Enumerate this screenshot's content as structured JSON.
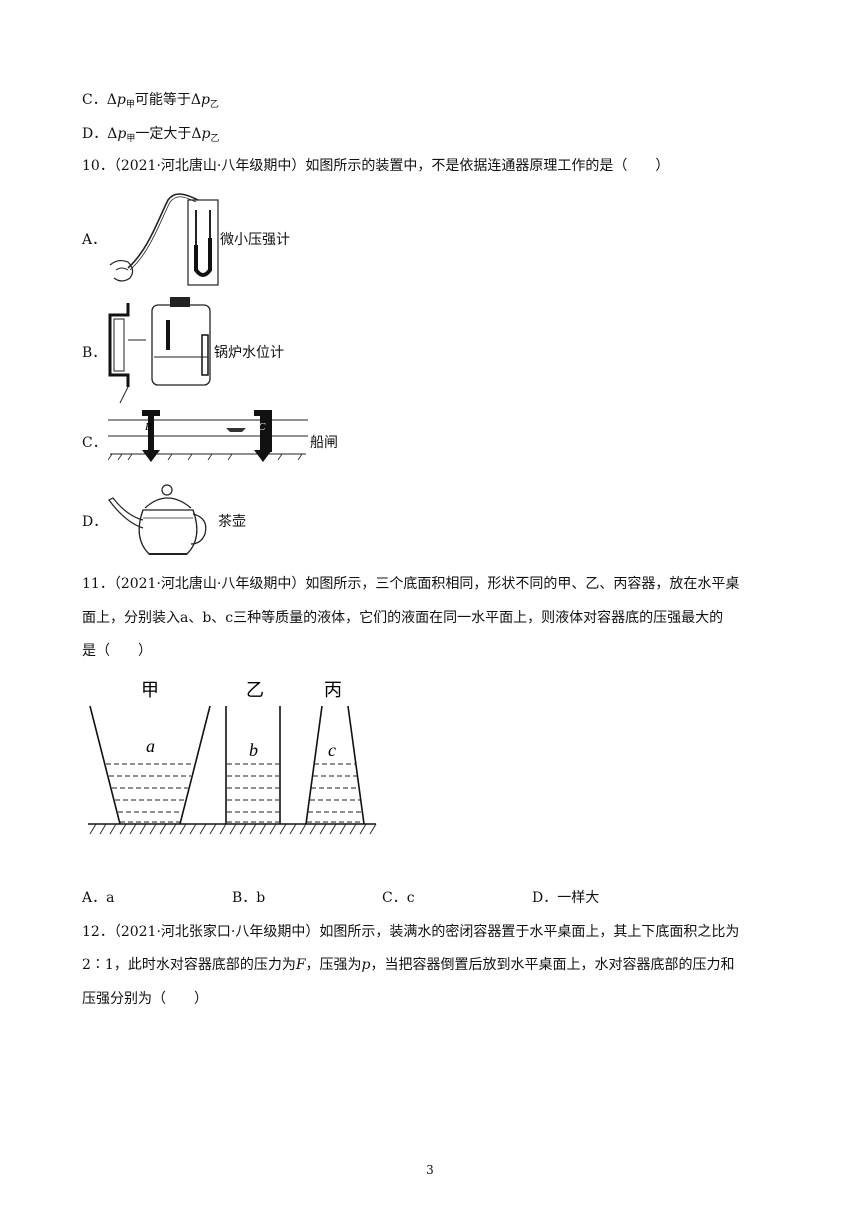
{
  "q9": {
    "option_c": {
      "letter": "C．",
      "pre": "Δ",
      "p": "p",
      "sub1": "甲",
      "mid": "可能等于Δ",
      "p2": "p",
      "sub2": "乙"
    },
    "option_d": {
      "letter": "D．",
      "pre": "Δ",
      "p": "p",
      "sub1": "甲",
      "mid": "一定大于Δ",
      "p2": "p",
      "sub2": "乙"
    }
  },
  "q10": {
    "stem": "10．（2021·河北唐山·八年级期中）如图所示的装置中，不是依据连通器原理工作的是（　　）",
    "options": [
      {
        "letter": "A．",
        "caption": "微小压强计"
      },
      {
        "letter": "B．",
        "caption": "锅炉水位计"
      },
      {
        "letter": "C．",
        "caption": "船闸"
      },
      {
        "letter": "D．",
        "caption": "茶壶"
      }
    ],
    "lock_labels": {
      "left": "B",
      "right": "C"
    }
  },
  "q11": {
    "stem_line1": "11．（2021·河北唐山·八年级期中）如图所示，三个底面积相同，形状不同的甲、乙、丙容器，放在水平桌",
    "stem_line2": "面上，分别装入a、b、c三种等质量的液体，它们的液面在同一水平面上，则液体对容器底的压强最大的",
    "stem_line3": "是（　　）",
    "containers": [
      {
        "name": "甲",
        "liquid": "a"
      },
      {
        "name": "乙",
        "liquid": "b"
      },
      {
        "name": "丙",
        "liquid": "c"
      }
    ],
    "options": [
      {
        "label": "A．a"
      },
      {
        "label": "B．b"
      },
      {
        "label": "C．c"
      },
      {
        "label": "D．一样大"
      }
    ]
  },
  "q12": {
    "line1": "12．（2021·河北张家口·八年级期中）如图所示，装满水的密闭容器置于水平桌面上，其上下底面积之比为",
    "line2_a": "2∶1，此时水对容器底部的压力为",
    "line2_F": "F",
    "line2_b": "，压强为",
    "line2_p": "p",
    "line2_c": "，当把容器倒置后放到水平桌面上，水对容器底部的压力和",
    "line3": "压强分别为（　　）"
  },
  "page_number": "3"
}
